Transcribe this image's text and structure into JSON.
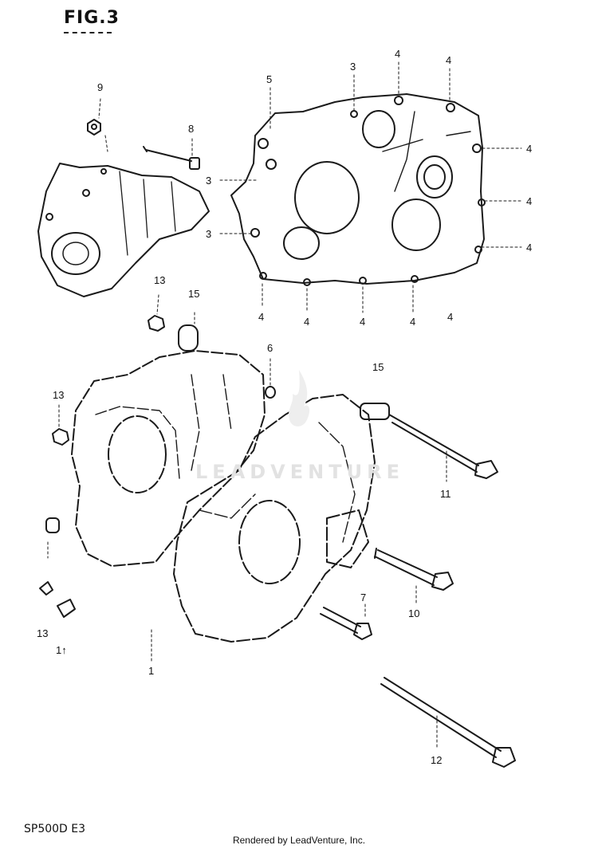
{
  "figure": {
    "title": "FIG.3",
    "code": "SP500D E3"
  },
  "watermark": {
    "text": "LEADVENTURE"
  },
  "footer": {
    "credit": "Rendered by LeadVenture, Inc."
  },
  "callouts": [
    {
      "id": "c9",
      "label": "9"
    },
    {
      "id": "c8",
      "label": "8"
    },
    {
      "id": "c5",
      "label": "5"
    },
    {
      "id": "c3a",
      "label": "3"
    },
    {
      "id": "c4a",
      "label": "4"
    },
    {
      "id": "c4b",
      "label": "4"
    },
    {
      "id": "c4c",
      "label": "4"
    },
    {
      "id": "c4d",
      "label": "4"
    },
    {
      "id": "c4e",
      "label": "4"
    },
    {
      "id": "c3b",
      "label": "3"
    },
    {
      "id": "c3c",
      "label": "3"
    },
    {
      "id": "c4f",
      "label": "4"
    },
    {
      "id": "c4g",
      "label": "4"
    },
    {
      "id": "c4h",
      "label": "4"
    },
    {
      "id": "c4i",
      "label": "4"
    },
    {
      "id": "c4j",
      "label": "4"
    },
    {
      "id": "c13a",
      "label": "13"
    },
    {
      "id": "c15a",
      "label": "15"
    },
    {
      "id": "c6",
      "label": "6"
    },
    {
      "id": "c15b",
      "label": "15"
    },
    {
      "id": "c13b",
      "label": "13"
    },
    {
      "id": "c11",
      "label": "11"
    },
    {
      "id": "c10",
      "label": "10"
    },
    {
      "id": "c7",
      "label": "7"
    },
    {
      "id": "c13c",
      "label": "13"
    },
    {
      "id": "c1x",
      "label": "1↑"
    },
    {
      "id": "c1",
      "label": "1"
    },
    {
      "id": "c12",
      "label": "12"
    }
  ]
}
